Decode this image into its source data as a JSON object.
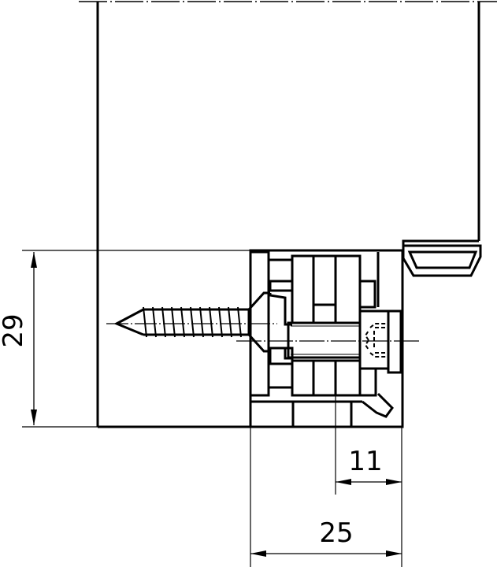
{
  "drawing": {
    "type": "technical-section-drawing",
    "subject": "concealed hinge body mounted in frame with wood screw and adjusting screw",
    "line_color": "#000000",
    "background": "#ffffff"
  },
  "dimensions": {
    "height": {
      "value": "29",
      "orientation": "vertical"
    },
    "offset": {
      "value": "11",
      "orientation": "horizontal"
    },
    "width": {
      "value": "25",
      "orientation": "horizontal"
    }
  },
  "features": {
    "centerline_top": "dash-dot center line",
    "centerline_screw": "dash-dot axis",
    "screw": "countersunk wood screw",
    "adjusting_screw": "hex socket set screw (hidden lines)",
    "seal_profile": "hollow rubber seal profile"
  }
}
